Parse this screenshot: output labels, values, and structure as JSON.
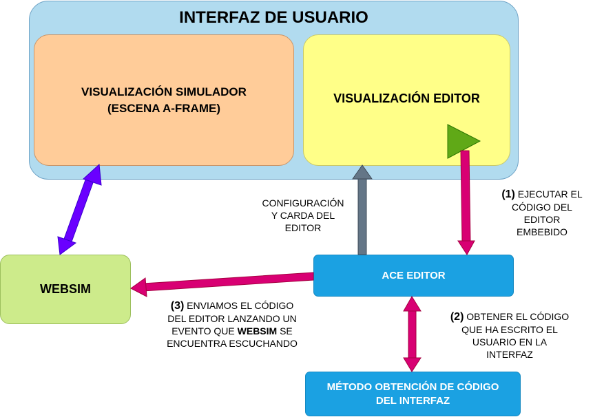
{
  "ui_container": {
    "title": "INTERFAZ DE USUARIO"
  },
  "boxes": {
    "simulator": {
      "line1": "VISUALIZACIÓN SIMULADOR",
      "line2": "(ESCENA A-FRAME)"
    },
    "editor_view": {
      "label": "VISUALIZACIÓN EDITOR"
    },
    "websim": {
      "label": "WEBSIM"
    },
    "ace_editor": {
      "label": "ACE EDITOR"
    },
    "method": {
      "line1": "MÉTODO OBTENCIÓN DE CÓDIGO",
      "line2": "DEL INTERFAZ"
    }
  },
  "notes": {
    "config": {
      "line1": "CONFIGURACIÓN",
      "line2": "Y CARDA DEL",
      "line3": "EDITOR"
    },
    "execute": {
      "num": "(1)",
      "line1": " EJECUTAR EL",
      "line2": "CÓDIGO DEL",
      "line3": "EDITOR",
      "line4": "EMBEBIDO"
    },
    "get_code": {
      "num": "(2)",
      "line1": " OBTENER EL CÓDIGO",
      "line2": "QUE HA ESCRITO EL",
      "line3": "USUARIO EN LA",
      "line4": "INTERFAZ"
    },
    "send_code": {
      "num": "(3)",
      "line1": " ENVIAMOS EL CÓDIGO",
      "line2": "DEL EDITOR LANZANDO UN",
      "line3_pre": "EVENTO QUE ",
      "line3_bold": "WEBSIM",
      "line3_post": " SE",
      "line4": "ENCUENTRA ESCUCHANDO"
    }
  },
  "colors": {
    "container": "#b1dbef",
    "simulator": "#ffcc99",
    "editor_view": "#ffff88",
    "websim": "#cdeb8b",
    "ace": "#1ba1e2",
    "play": "#60a917",
    "arrow_magenta": "#d80073",
    "arrow_purple": "#6a00ff",
    "arrow_gray": "#647687"
  },
  "icons": {
    "play": "play-triangle-icon"
  }
}
